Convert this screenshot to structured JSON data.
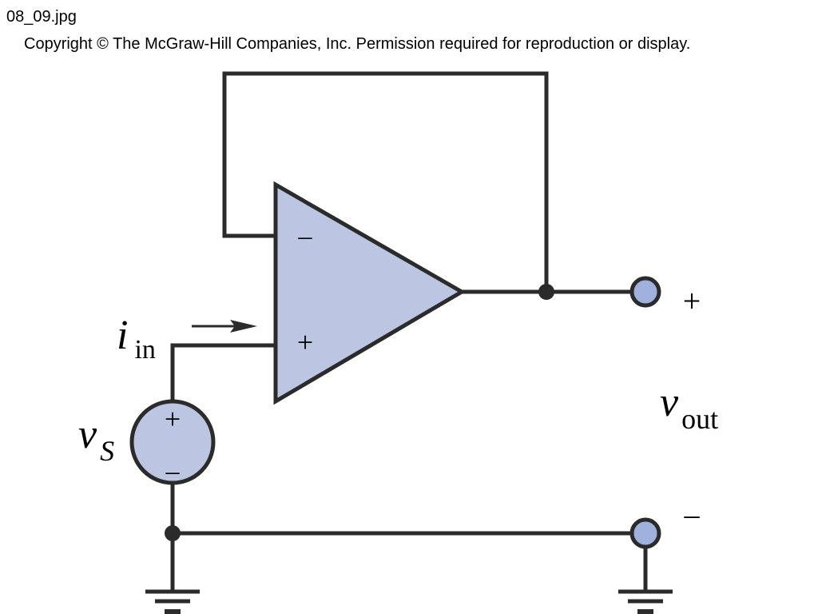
{
  "header": {
    "filename": "08_09.jpg",
    "copyright": "Copyright © The McGraw-Hill Companies, Inc. Permission required for reproduction or display."
  },
  "diagram": {
    "opamp": {
      "inverting_symbol": "–",
      "noninverting_symbol": "+"
    },
    "source": {
      "plus_symbol": "+",
      "minus_symbol": "–",
      "label_main": "v",
      "label_sub": "S"
    },
    "input_current": {
      "label_main": "i",
      "label_sub": "in"
    },
    "output": {
      "plus_symbol": "+",
      "minus_symbol": "–",
      "label_main": "v",
      "label_sub": "out"
    },
    "colors": {
      "fill": "#bcc6e2",
      "terminal_fill": "#a0b1de",
      "wire": "#2b2b2b"
    }
  }
}
